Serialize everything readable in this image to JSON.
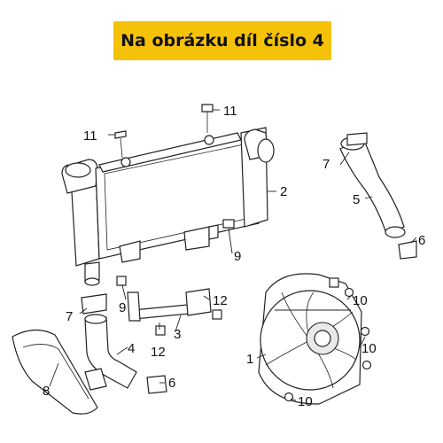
{
  "banner": {
    "text": "Na obrázku díl číslo 4"
  },
  "callouts": {
    "c1": "1",
    "c2": "2",
    "c3": "3",
    "c4": "4",
    "c5": "5",
    "c6a": "6",
    "c6b": "6",
    "c7a": "7",
    "c7b": "7",
    "c8": "8",
    "c9a": "9",
    "c9b": "9",
    "c10a": "10",
    "c10b": "10",
    "c10c": "10",
    "c11a": "11",
    "c11b": "11",
    "c12a": "12",
    "c12b": "12"
  },
  "colors": {
    "banner": "#f5c20a",
    "line": "#222222"
  }
}
